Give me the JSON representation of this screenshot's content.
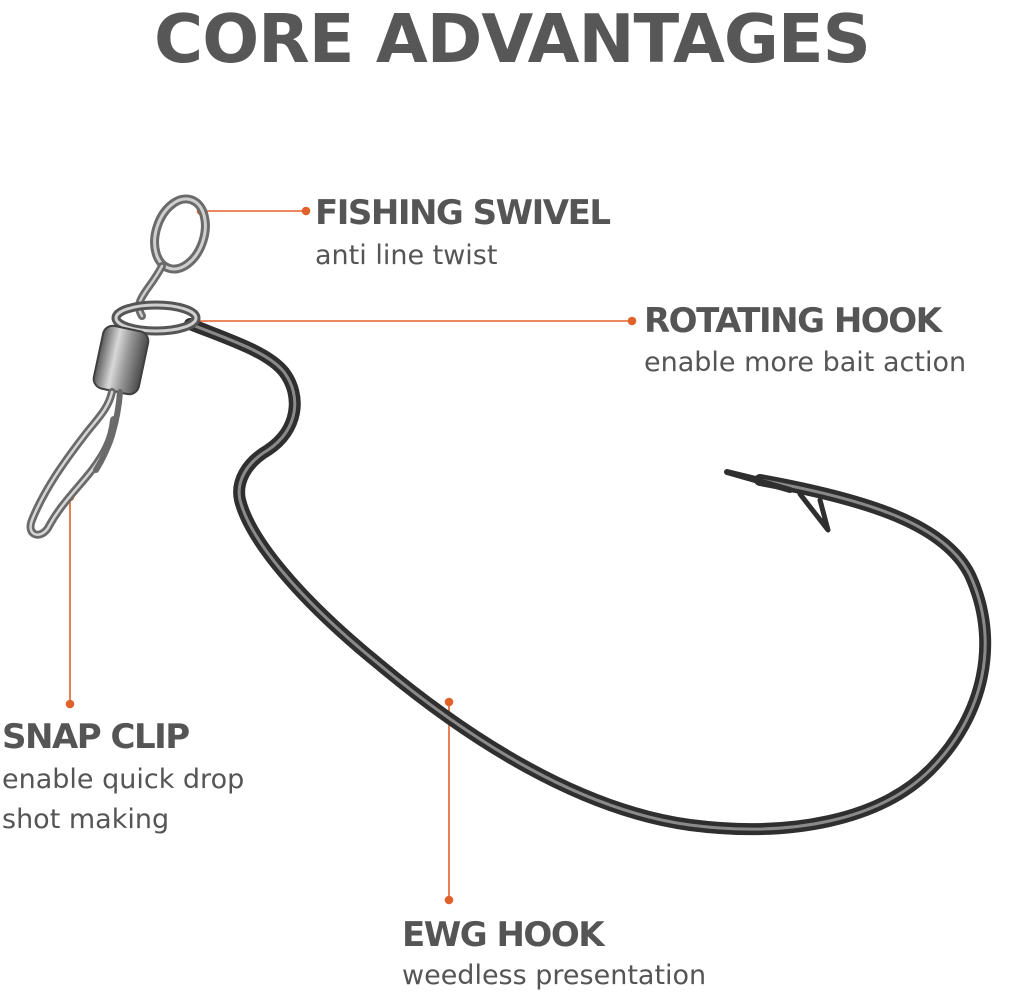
{
  "page": {
    "title": "CORE ADVANTAGES",
    "accent_color": "#e0622a",
    "text_color": "#555555",
    "background": "#ffffff"
  },
  "product": {
    "icon": "fishing-hook-with-swivel-icon"
  },
  "callouts": {
    "fishing_swivel": {
      "title": "FISHING SWIVEL",
      "description": "anti line twist"
    },
    "rotating_hook": {
      "title": "ROTATING HOOK",
      "description": "enable more bait action"
    },
    "snap_clip": {
      "title": "SNAP CLIP",
      "description": "enable quick drop shot making"
    },
    "ewg_hook": {
      "title": "EWG HOOK",
      "description": "weedless presentation"
    }
  }
}
